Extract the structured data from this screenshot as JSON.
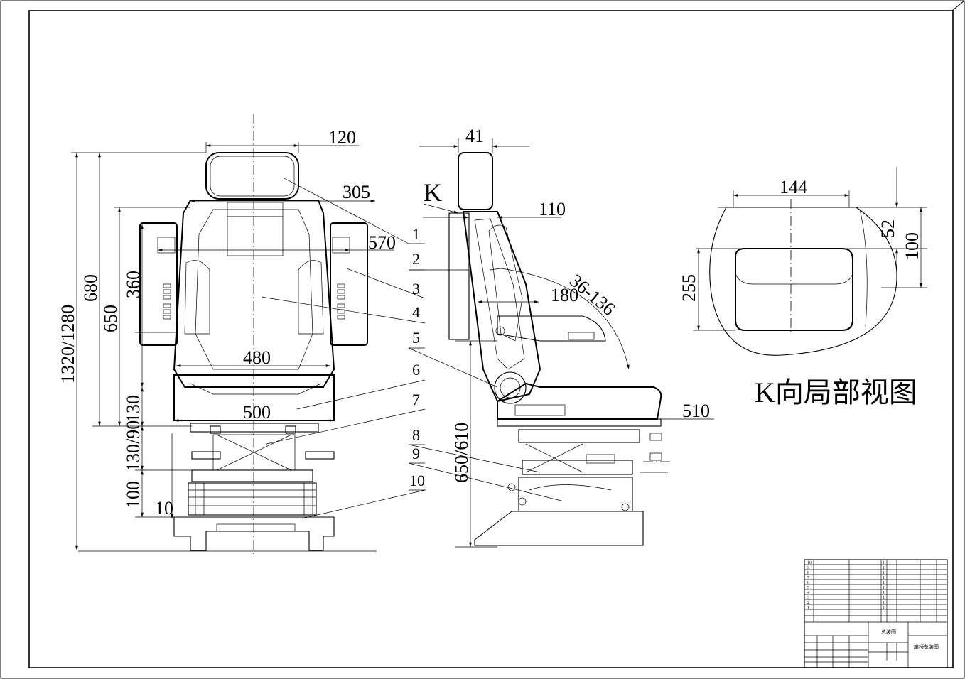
{
  "drawing": {
    "front_view_dims": {
      "d120": "120",
      "d305": "305",
      "d570": "570",
      "d480": "480",
      "d500": "500",
      "d680": "680",
      "d650": "650",
      "d360": "360",
      "d1320": "1320/1280",
      "d130": "130",
      "d130_90": "130/90",
      "d100": "100",
      "d10": "10"
    },
    "side_view_dims": {
      "d41": "41",
      "k": "K",
      "d110": "110",
      "d180": "180",
      "d36_136": "36-136",
      "d510": "510",
      "d650_610": "650/610"
    },
    "k_view": {
      "d144": "144",
      "d52": "52",
      "d100": "100",
      "d255": "255",
      "title": "K向局部视图"
    },
    "leaders": [
      "1",
      "2",
      "3",
      "4",
      "5",
      "6",
      "7",
      "8",
      "9",
      "10"
    ],
    "title_block": {
      "drawing_name": "总装图",
      "part_name": "座椅总装图",
      "rows": [
        [
          "10",
          "",
          "",
          "1",
          "",
          "",
          ""
        ],
        [
          "9",
          "",
          "",
          "1",
          "",
          "",
          ""
        ],
        [
          "8",
          "",
          "",
          "1",
          "",
          "",
          ""
        ],
        [
          "7",
          "",
          "",
          "1",
          "",
          "",
          ""
        ],
        [
          "6",
          "",
          "",
          "1",
          "",
          "",
          ""
        ],
        [
          "5",
          "",
          "",
          "1",
          "",
          "",
          ""
        ],
        [
          "4",
          "",
          "",
          "1",
          "",
          "",
          ""
        ],
        [
          "3",
          "",
          "",
          "1",
          "",
          "",
          ""
        ],
        [
          "2",
          "",
          "",
          "1",
          "",
          "",
          ""
        ],
        [
          "1",
          "",
          "",
          "1",
          "",
          "",
          ""
        ]
      ]
    }
  }
}
